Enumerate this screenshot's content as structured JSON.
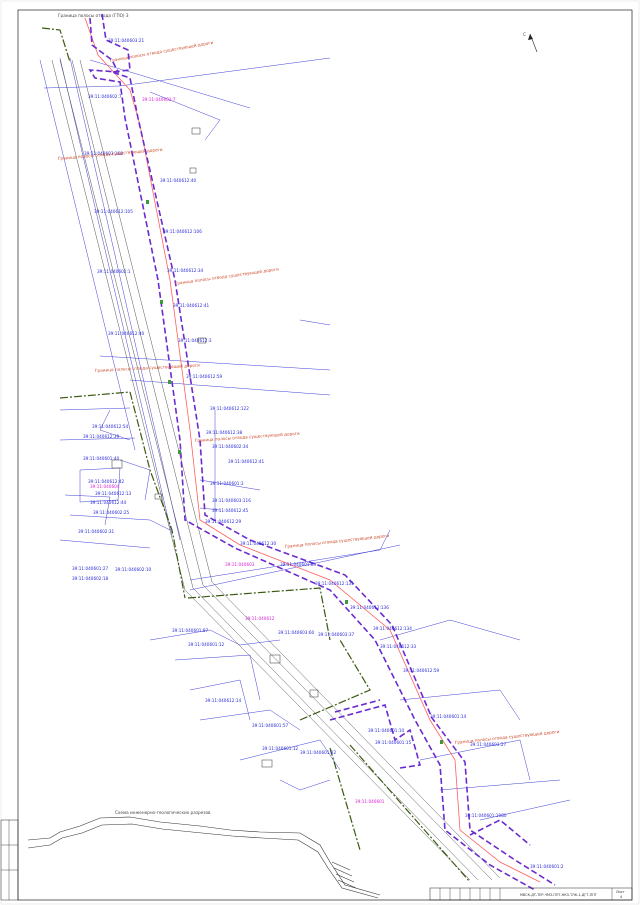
{
  "colors": {
    "boundary_dashed": "#6a2bd1",
    "cadastral": "#2a2ad6",
    "road_axis": "#ff5f5f",
    "green_zone": "#3b5a12",
    "label_blue": "#2a2ad6",
    "label_magenta": "#d61fd6"
  },
  "drawing": {
    "top_header": "Граница полосы отвода (ГПО) 3",
    "header_note": "Граница полосы отвода существующей дороги",
    "north_arrow_label": "С",
    "sheet_code": "МВСК-ДТ-ТЕР-ЧМЗ-ППТ-НКЗ-ТЛК-1-ДГТ-ППТ",
    "profile_title": "Схема инженерно-геологических разрезов",
    "sheet_label": "Лист",
    "sheet_number": "4"
  },
  "parcels": [
    {
      "id": "p1",
      "text": "39:11:040603:21"
    },
    {
      "id": "p2",
      "text": "39:11:040602:7"
    },
    {
      "id": "p3",
      "text": "39:11:040603:168"
    },
    {
      "id": "p4",
      "text": "39:11:040612:40"
    },
    {
      "id": "p5",
      "text": "39:11:040612:105"
    },
    {
      "id": "p6",
      "text": "39:11:040612:106"
    },
    {
      "id": "p7",
      "text": "39:11:040602:1"
    },
    {
      "id": "p8",
      "text": "39:11:040612:34"
    },
    {
      "id": "p9",
      "text": "39:11:040612:41"
    },
    {
      "id": "p10",
      "text": "39:11:040612:40"
    },
    {
      "id": "p11",
      "text": "39:11:040612:3"
    },
    {
      "id": "p12",
      "text": "39:11:040612:59"
    },
    {
      "id": "p13",
      "text": "39:11:040612:122"
    },
    {
      "id": "p14",
      "text": "39:11:040612:54"
    },
    {
      "id": "p15",
      "text": "39:11:040612:38"
    },
    {
      "id": "p16",
      "text": "39:11:040612:39"
    },
    {
      "id": "p17",
      "text": "39:11:040602:34"
    },
    {
      "id": "p18",
      "text": "39:11:040601:40"
    },
    {
      "id": "p19",
      "text": "39:11:040612:41"
    },
    {
      "id": "p20",
      "text": "39:11:040612:42"
    },
    {
      "id": "p21",
      "text": "39:11:040601:3"
    },
    {
      "id": "p22",
      "text": "39:11:040612:13"
    },
    {
      "id": "p23",
      "text": "39:11:040603:116"
    },
    {
      "id": "p24",
      "text": "39:11:040612:44"
    },
    {
      "id": "p25",
      "text": "39:11:040612:45"
    },
    {
      "id": "p26",
      "text": "39:11:040602:25"
    },
    {
      "id": "p27",
      "text": "39:11:040612:29"
    },
    {
      "id": "p28",
      "text": "39:11:040602:31"
    },
    {
      "id": "p29",
      "text": "39:11:040612:30"
    },
    {
      "id": "p30",
      "text": "39:11:040601:27"
    },
    {
      "id": "p31",
      "text": "39:11:040602:10"
    },
    {
      "id": "p32",
      "text": "39:11:040602:18"
    },
    {
      "id": "p33",
      "text": "39:11:040601:89"
    },
    {
      "id": "p34",
      "text": "39:11:040612:135"
    },
    {
      "id": "p35",
      "text": "39:11:040612:136"
    },
    {
      "id": "p36",
      "text": "39:11:040612:134"
    },
    {
      "id": "p37",
      "text": "39:11:040612:33"
    },
    {
      "id": "p38",
      "text": "39:11:040601:87"
    },
    {
      "id": "p39",
      "text": "39:11:040603:60"
    },
    {
      "id": "p40",
      "text": "39:11:040603:37"
    },
    {
      "id": "p41",
      "text": "39:11:040601:12"
    },
    {
      "id": "p42",
      "text": "39:11:040612:59"
    },
    {
      "id": "p43",
      "text": "39:11:040612:14"
    },
    {
      "id": "p44",
      "text": "39:11:040601:14"
    },
    {
      "id": "p45",
      "text": "39:11:040601:57"
    },
    {
      "id": "p46",
      "text": "39:11:040601:10"
    },
    {
      "id": "p47",
      "text": "39:11:040601:15"
    },
    {
      "id": "p48",
      "text": "39:11:040603:27"
    },
    {
      "id": "p49",
      "text": "39:11:040601:12"
    },
    {
      "id": "p50",
      "text": "39:11:040601:22"
    },
    {
      "id": "p51",
      "text": "39:11:040601:1080"
    },
    {
      "id": "p52",
      "text": "39:11:040601:2"
    }
  ],
  "magenta_labels": [
    {
      "id": "m1",
      "text": "39:11:040602:7"
    },
    {
      "id": "m2",
      "text": "39:11:040604"
    },
    {
      "id": "m3",
      "text": "39:11:040603"
    },
    {
      "id": "m4",
      "text": "39:11:040612"
    },
    {
      "id": "m5",
      "text": "39:11:040601"
    }
  ],
  "notes": [
    {
      "id": "n1",
      "text": "Граница полосы отвода существующей дороги"
    },
    {
      "id": "n2",
      "text": "Граница полосы отвода существующей дороги"
    },
    {
      "id": "n3",
      "text": "Граница полосы отвода существующей дороги"
    },
    {
      "id": "n4",
      "text": "Граница полосы отвода существующей дороги"
    },
    {
      "id": "n5",
      "text": "Граница полосы отвода существующей дороги"
    },
    {
      "id": "n6",
      "text": "Граница полосы отвода существующей дороги"
    }
  ]
}
